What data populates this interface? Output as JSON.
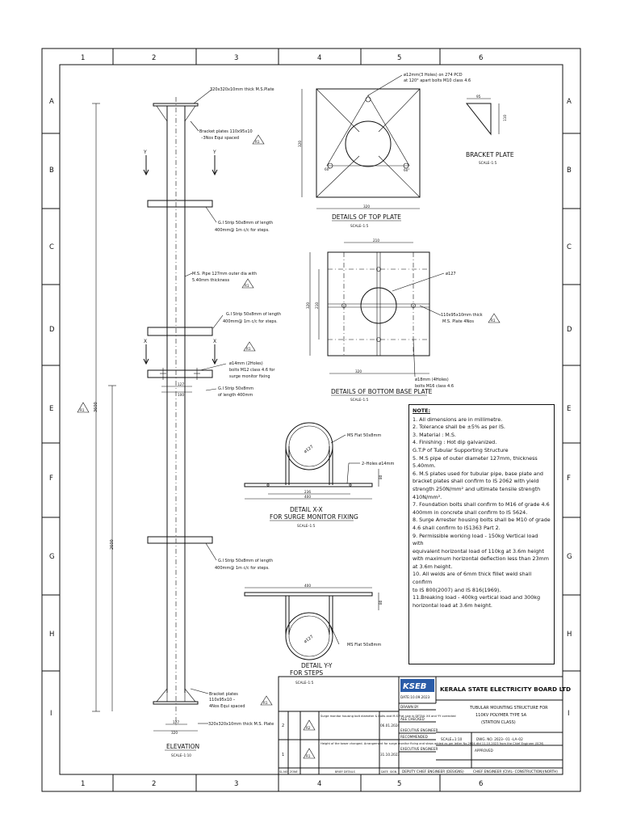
{
  "grid": {
    "columns": [
      "1",
      "2",
      "3",
      "4",
      "5",
      "6"
    ],
    "rows": [
      "A",
      "B",
      "C",
      "D",
      "E",
      "F",
      "G",
      "H",
      "I"
    ]
  },
  "elevation": {
    "top_plate": "320x320x10mm thick M.S.Plate",
    "bracket_top": [
      "Bracket plates 110x95x10",
      "–3Nos Equi spaced"
    ],
    "y_marks": [
      "Y",
      "Y"
    ],
    "x_marks": [
      "X",
      "X"
    ],
    "strip1": [
      "G.I Strip 50x8mm of length",
      "400mm@ 1m c/c for steps."
    ],
    "pipe": [
      "M.S. Pipe 127mm outer dia with",
      "5.40mm thickness"
    ],
    "strip2": [
      "G.I Strip 50x8mm of length",
      "400mm@ 1m c/c for steps."
    ],
    "holes": [
      "ø14mm (2Holes)",
      "bolts M12 class 4.6 for",
      "surge monitor fixing"
    ],
    "strip3": [
      "G.I Strip 50x8mm",
      "of length 400mm"
    ],
    "strip4": [
      "G.I Strip 50x8mm of length",
      "400mm@ 1m c/c for steps."
    ],
    "bracket_bottom": [
      "Bracket plates",
      "110x95x10 –",
      "4Nos Equi spaced"
    ],
    "bottom_plate": "320x320x10mm thick M.S. Plate",
    "dim_total": "3600",
    "dim_lower": "2600",
    "dim_127": "127",
    "dim_320": "320",
    "dim_100": "100",
    "title": "ELEVATION",
    "scale": "SCALE–1:10",
    "rev_r1": "R1",
    "rev_r2": "R2"
  },
  "top_plate": {
    "callout": [
      "ø12mm(3 Holes) on 274 PCD",
      "at 120° apart bolts M10 class 4.6"
    ],
    "dim": "320",
    "dim_side": "320",
    "angle_a": "60°",
    "angle_b": "60°",
    "title": "DETAILS OF TOP  PLATE",
    "scale": "SCALE–1:5"
  },
  "bracket_plate": {
    "dim_w": "95",
    "dim_h": "110",
    "title": "BRACKET PLATE",
    "scale": "SCALE–1:5"
  },
  "bottom_plate": {
    "dim_inner": "210",
    "dim_outer": "320",
    "dim_side_outer": "320",
    "dim_side_inner": "210",
    "dia": "ø127",
    "plates": [
      "110x95x10mm thick",
      "M.S. Plate 4Nos"
    ],
    "holes": [
      "ø18mm  (4Holes)",
      "bolts M16 class  4.6"
    ],
    "title": "DETAILS OF BOTTOM  BASE PLATE",
    "scale": "SCALE–1:5"
  },
  "detail_xx": {
    "flat": "MS Flat 50x8mm",
    "holes": "2–Holes ø14mm",
    "pipe": "ø127",
    "dim_a": "236",
    "dim_b": "400",
    "dim_v": "80",
    "title": [
      "DETAIL X-X",
      "FOR SURGE MONITOR FIXING"
    ],
    "scale": "SCALE–1:5"
  },
  "detail_yy": {
    "flat": "MS Flat 50x8mm",
    "pipe": "ø127",
    "dim_top": "400",
    "dim_v": "80",
    "title": [
      "DETAIL Y-Y",
      "FOR STEPS"
    ],
    "scale": "SCALE–1:5"
  },
  "notes": {
    "heading": "NOTE:",
    "items": [
      "1.  All dimensions are in millimetre.",
      "2.  Tolerance shall be ±5% as per IS.",
      "3.  Material : M.S.",
      "4.  Finishing : Hot dip galvanized.",
      "G.T.P of Tubular Supporting Structure",
      "5.  M.S pipe of outer diameter 127mm, thickness",
      "     5.40mm.",
      "6.  M.S plates used for tubular pipe, base plate and",
      "     bracket plates shall confirm to IS 2062 with yield",
      "     strength 250N/mm² and ultimate tensile strength",
      "     410N/mm².",
      "7.  Foundation bolts shall confirm to M16 of grade 4.6",
      "     400mm in concrete shall confirm to IS 5624.",
      "8.  Surge Arrester housing bolts shall be M10  of grade",
      "     4.6 shall confirm to IS1363 Part 2.",
      "9.  Permissible working load - 150kg  Vertical load with",
      "     equivalent horizontal load of 110kg at 3.6m height",
      "     with maximum horizontal deflection less than 23mm",
      "     at 3.6m height.",
      "10. All welds are of 6mm thick fillet weld shall confirm",
      "      to IS 800(2007) and IS 816(1969).",
      "11.Breaking load - 400kg vertical load and 300kg",
      "     horizontal load at 3.6m height."
    ]
  },
  "title_block": {
    "logo": "KSEB",
    "company": "KERALA STATE ELECTRICITY BOARD LTD",
    "drawing_title": [
      "TUBULAR MOUNTING STRUCTURE FOR",
      "110KV POLYMER TYPE SA",
      "(STATION CLASS)"
    ],
    "date_label": "DATE:10.09.2023",
    "drawn_by": "DRAWN BY",
    "aee_checked": "AEE CHECKED",
    "ae_checked": "EXECUTIVE ENGINEER",
    "recommended": "RECOMMENDED",
    "recommended2": "EXECUTIVE ENGINEER",
    "scale": "SCALE=1:10",
    "dwg_no": "DWG. NO. 2023– 01 –LA–02",
    "approved": "APPROVED",
    "footer": [
      "DEPUTY CHIEF ENGINEER (DESIGNS)",
      "CHIEF ENGINEER (CIVIL- CONSTRUCTION)(NORTH)"
    ],
    "revisions": [
      {
        "no": "2",
        "mark": "R2",
        "desc": "Surge monitor housing bolt diameter & bolts and M.S Flat size in DETAIL XX and YY corrected",
        "date": "06.01.2024"
      },
      {
        "no": "1",
        "mark": "R1",
        "desc": "Height of the tower changed. Arrangement for surge monitor fixing and steps added as per letter No.2604 dtd 11.10.2023 from the Chief Engineer (SCM)",
        "date": "31.10.2023"
      }
    ],
    "rev_head": [
      "SL.NO",
      "ZONE",
      "BRIEF DETAILS",
      "DATE",
      "SIGN"
    ]
  }
}
